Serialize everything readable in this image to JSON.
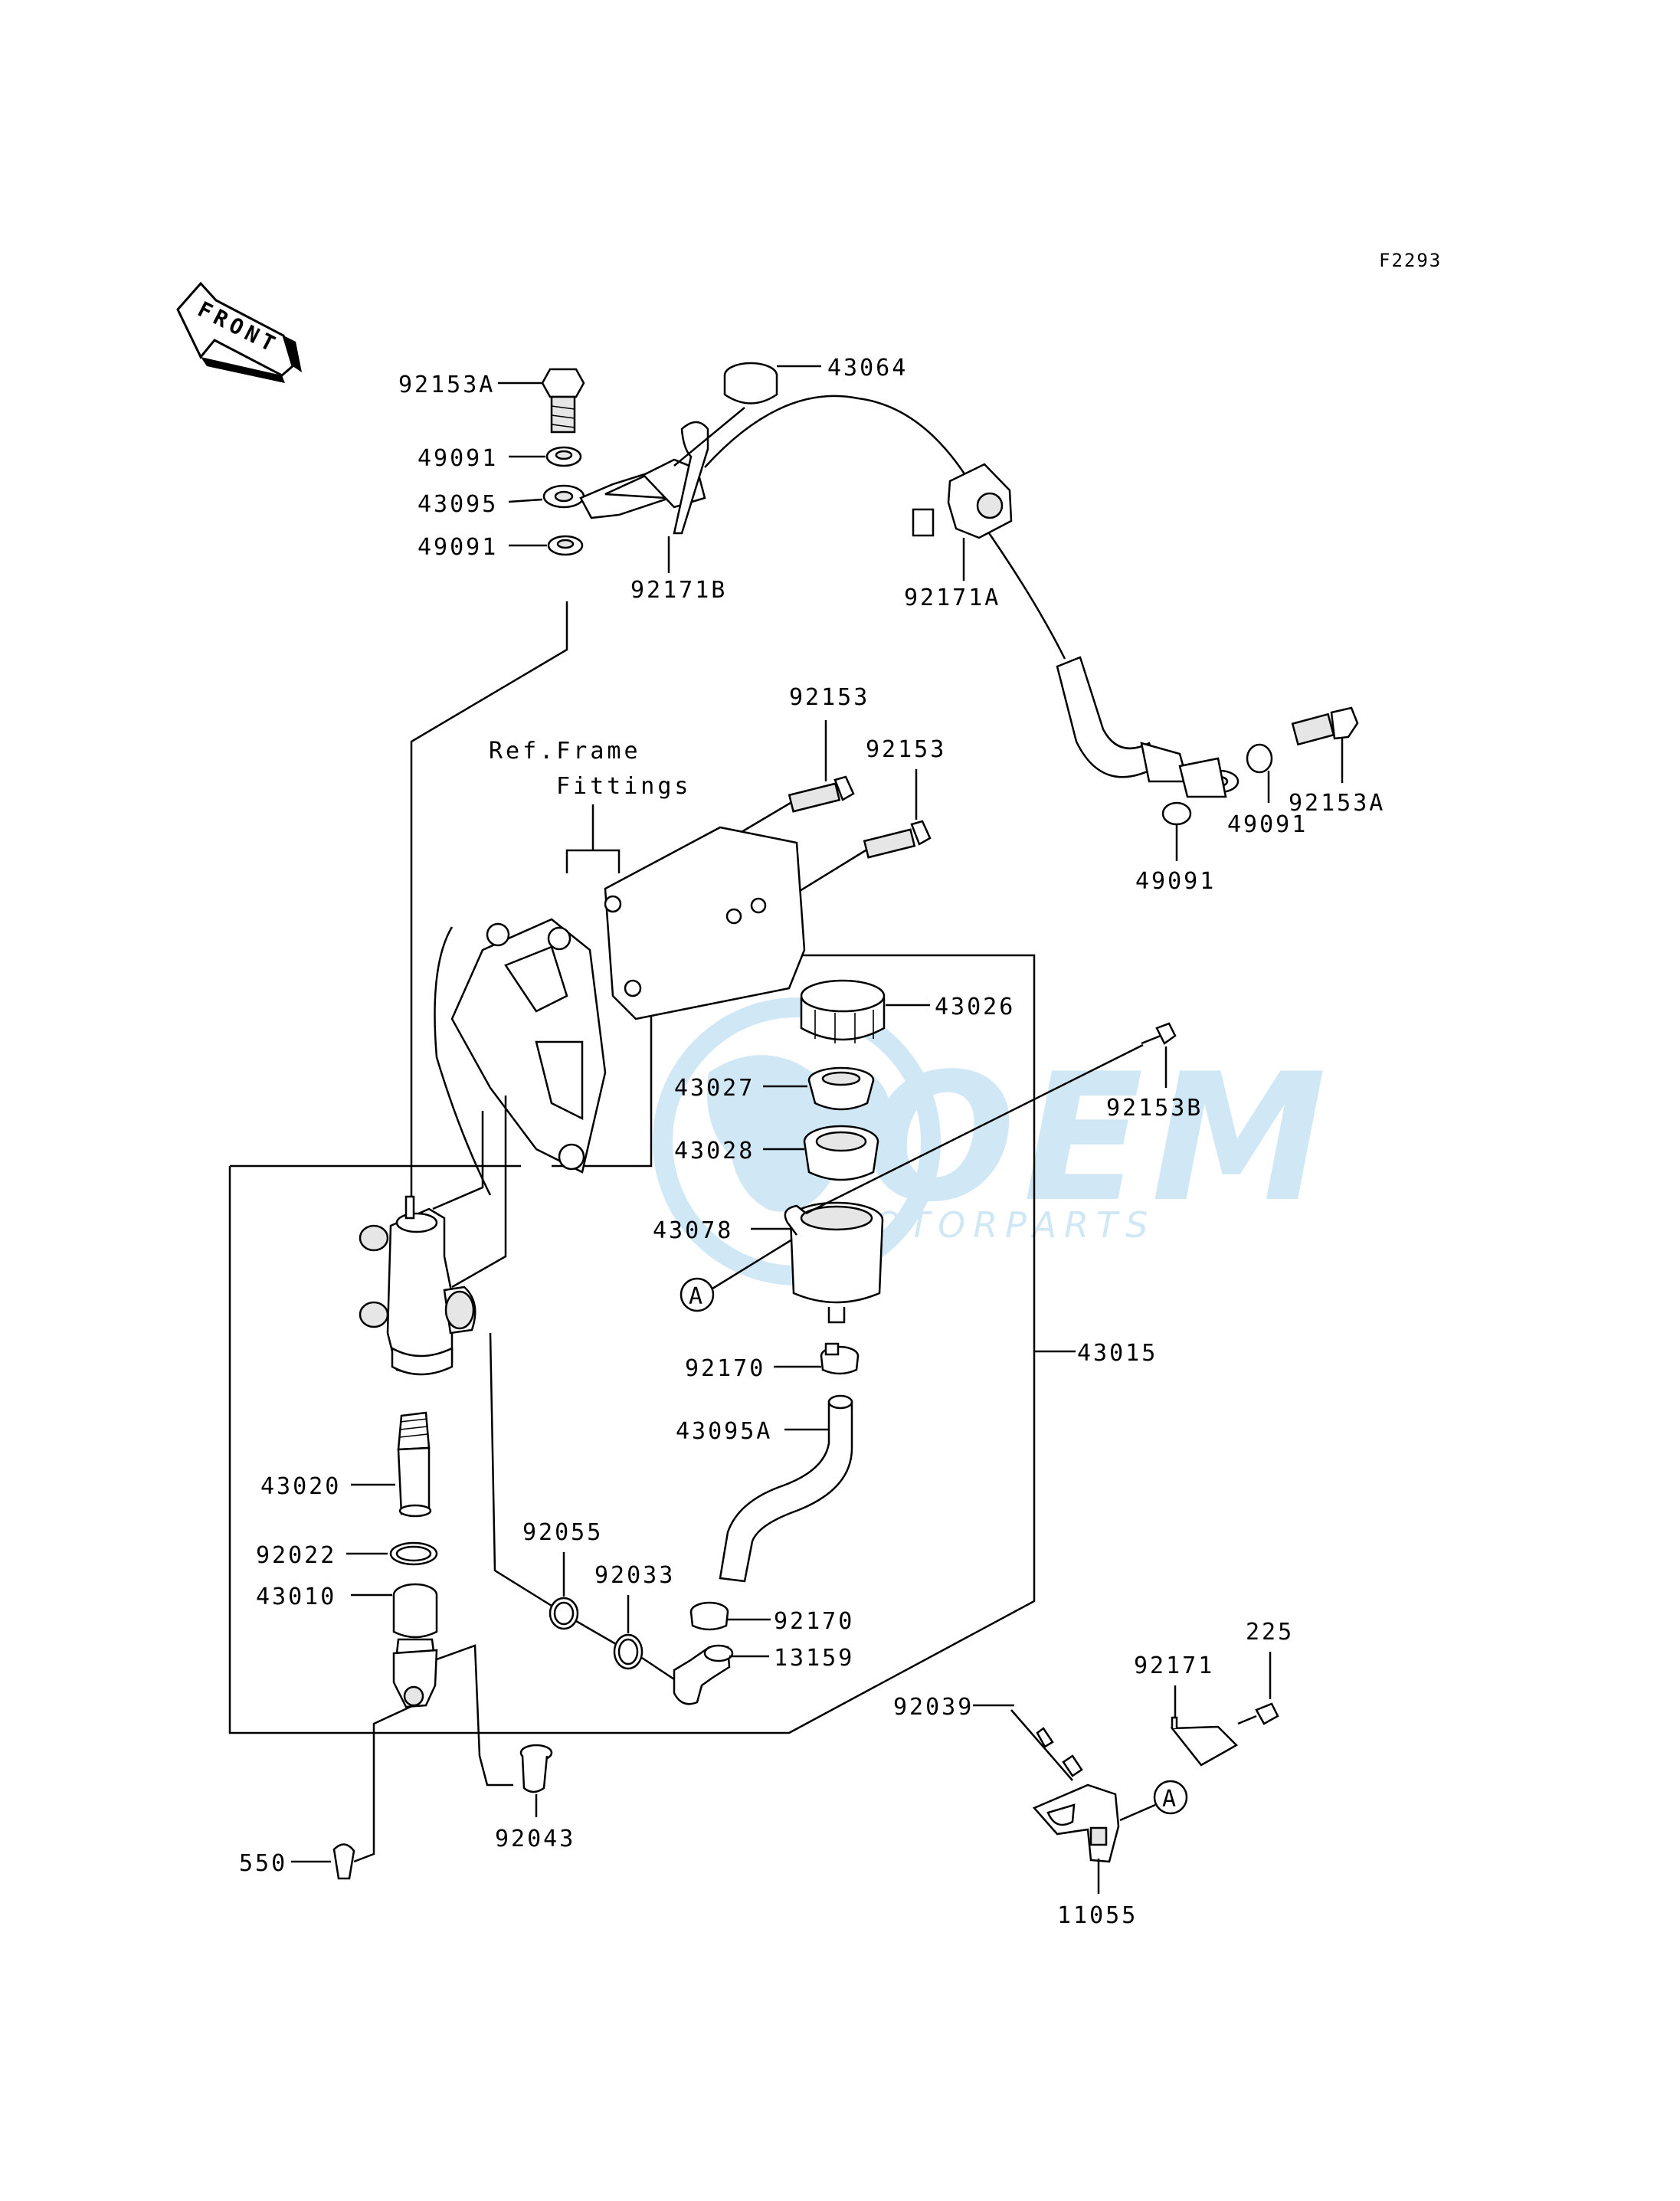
{
  "figure_code": "F2293",
  "front_marker": "FRONT",
  "reference_note": [
    "Ref.Frame",
    "Fittings"
  ],
  "callout_letter": "A",
  "watermark": {
    "brand": "OEM",
    "tagline": "MOTORPARTS",
    "color": "#1a8fd6"
  },
  "labels": {
    "l43064": "43064",
    "l92153A_top": "92153A",
    "l49091_a": "49091",
    "l43095": "43095",
    "l49091_b": "49091",
    "l92171B": "92171B",
    "l92171A": "92171A",
    "l92153_a": "92153",
    "l92153_b": "92153",
    "l49091_c": "49091",
    "l92153A_right": "92153A",
    "l49091_d": "49091",
    "l43026": "43026",
    "l43027": "43027",
    "l43028": "43028",
    "l92153B": "92153B",
    "l43078": "43078",
    "l92170_a": "92170",
    "l43015": "43015",
    "l43095A": "43095A",
    "l43020": "43020",
    "l92022": "92022",
    "l92055": "92055",
    "l92033": "92033",
    "l43010": "43010",
    "l92170_b": "92170",
    "l13159": "13159",
    "l225": "225",
    "l92171": "92171",
    "l92039": "92039",
    "l92043": "92043",
    "l550": "550",
    "l11055": "11055"
  }
}
